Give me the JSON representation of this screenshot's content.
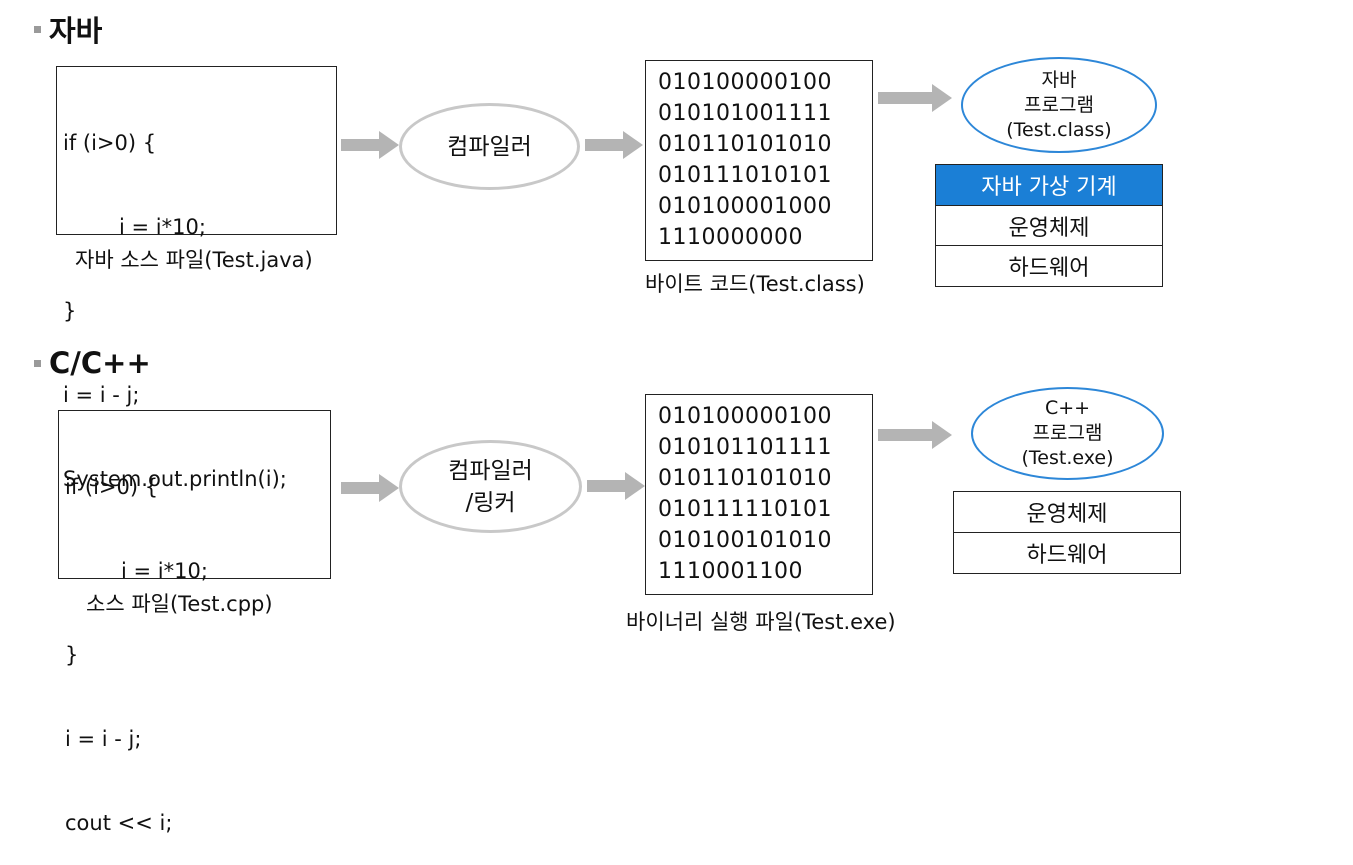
{
  "java": {
    "title": "자바",
    "source_code": [
      "if (i>0) {",
      "i = i*10;",
      "}",
      "i = i - j;",
      "System.out.println(i);"
    ],
    "source_caption": "자바 소스 파일(Test.java)",
    "compiler": "컴파일러",
    "bytecode": [
      "010100000100",
      "010101001111",
      "010110101010",
      "010111010101",
      "010100001000",
      "1110000000"
    ],
    "bytecode_caption": "바이트 코드(Test.class)",
    "program": [
      "자바",
      "프로그램",
      "(Test.class)"
    ],
    "layers": [
      "자바 가상 기계",
      "운영체제",
      "하드웨어"
    ]
  },
  "cpp": {
    "title": "C/C++",
    "source_code": [
      "if (i>0) {",
      "i = i*10;",
      "}",
      "i = i - j;",
      "cout << i;"
    ],
    "source_caption": "소스 파일(Test.cpp)",
    "compiler": [
      "컴파일러",
      "/링커"
    ],
    "binary": [
      "010100000100",
      "010101101111",
      "010110101010",
      "010111110101",
      "010100101010",
      "1110001100"
    ],
    "binary_caption": "바이너리 실행 파일(Test.exe)",
    "program": [
      "C++",
      "프로그램",
      "(Test.exe)"
    ],
    "layers": [
      "운영체제",
      "하드웨어"
    ]
  },
  "colors": {
    "jvm_fill": "#1b7fd6",
    "program_border": "#2d87d8",
    "arrow": "#b4b4b4",
    "compiler_border": "#c8c8c8"
  },
  "icons": {
    "bullet": "square-bullet",
    "flow": "arrow-right"
  }
}
